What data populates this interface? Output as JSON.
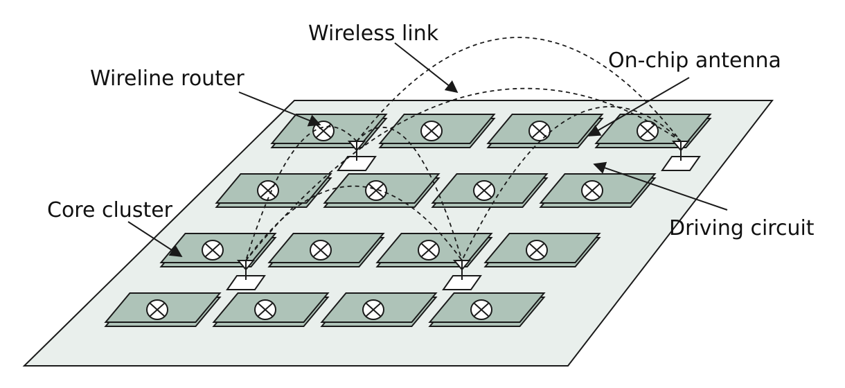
{
  "labels": {
    "wireless_link": "Wireless link",
    "on_chip_antenna": "On-chip antenna",
    "wireline_router": "Wireline router",
    "core_cluster": "Core cluster",
    "driving_circuit": "Driving circuit"
  },
  "grid": {
    "rows": 4,
    "cols": 4
  },
  "antennas": [
    {
      "row": 0,
      "col": 0
    },
    {
      "row": 0,
      "col": 3
    },
    {
      "row": 2,
      "col": 0
    },
    {
      "row": 2,
      "col": 2
    }
  ],
  "colors": {
    "substrate": "#e9efec",
    "cluster": "#aec3b8",
    "outline": "#1a1a1a",
    "router": "#ffffff",
    "driver": "#ffffff"
  }
}
